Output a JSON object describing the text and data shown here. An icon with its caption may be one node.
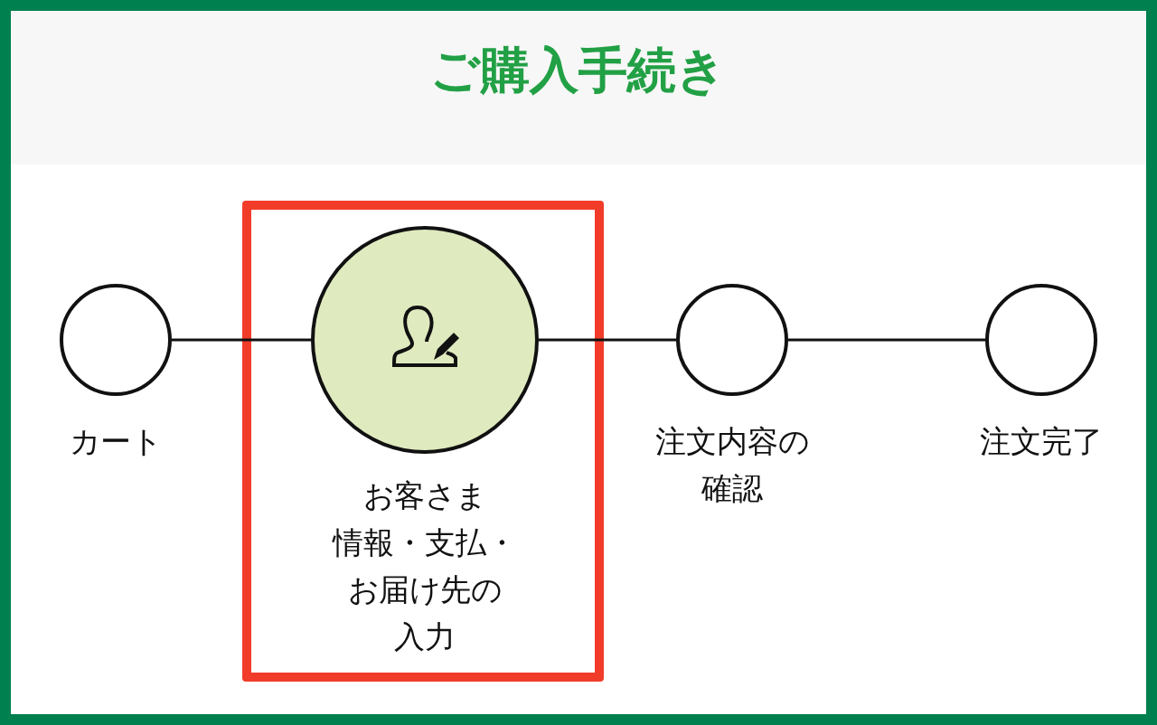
{
  "diagram": {
    "title": "ご購入手続き",
    "nodes": [
      {
        "text": [],
        "shape": "circle",
        "beside": [
          "カート"
        ]
      },
      {
        "text": [],
        "shape": "circle",
        "beside": [
          "お客さま情報・支払・お届け先の入力"
        ]
      },
      {
        "text": [],
        "shape": "circle",
        "beside": [
          "注文内容の確認"
        ]
      },
      {
        "text": [],
        "shape": "circle",
        "beside": [
          "注文完了"
        ]
      }
    ],
    "edges": [
      {
        "from": 0,
        "to": 1,
        "arrow": "none"
      },
      {
        "from": 1,
        "to": 2,
        "arrow": "none"
      },
      {
        "from": 2,
        "to": 3,
        "arrow": "none"
      }
    ]
  }
}
